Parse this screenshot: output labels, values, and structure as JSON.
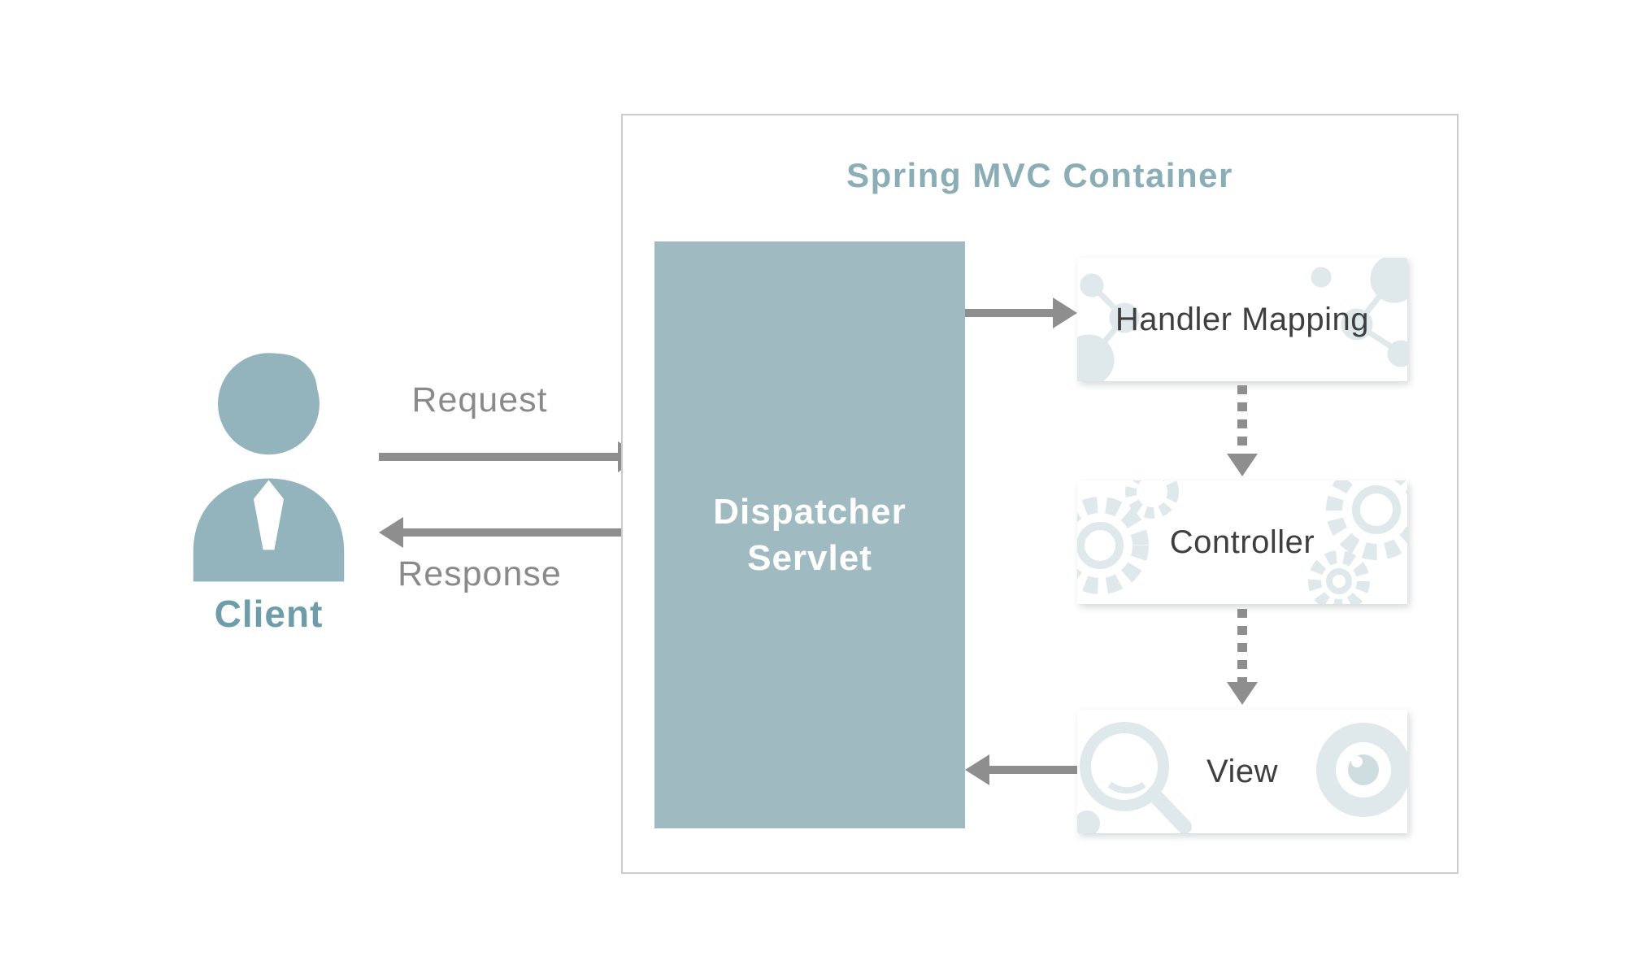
{
  "diagram": {
    "title": "Spring MVC Container",
    "client": {
      "label": "Client"
    },
    "request_label": "Request",
    "response_label": "Response",
    "dispatcher": {
      "lines": [
        "Dispatcher",
        "Servlet"
      ]
    },
    "boxes": [
      {
        "id": "handler-mapping",
        "label": "Handler Mapping",
        "icon": "molecule-pattern"
      },
      {
        "id": "controller",
        "label": "Controller",
        "icon": "gears-pattern"
      },
      {
        "id": "view",
        "label": "View",
        "icon": "lens-eye-pattern"
      }
    ],
    "arrows": [
      {
        "from": "client",
        "to": "dispatcher-servlet",
        "style": "solid",
        "label": "Request"
      },
      {
        "from": "dispatcher-servlet",
        "to": "client",
        "style": "solid",
        "label": "Response"
      },
      {
        "from": "dispatcher-servlet",
        "to": "handler-mapping",
        "style": "solid",
        "label": ""
      },
      {
        "from": "handler-mapping",
        "to": "controller",
        "style": "dotted",
        "label": ""
      },
      {
        "from": "controller",
        "to": "view",
        "style": "dotted",
        "label": ""
      },
      {
        "from": "view",
        "to": "dispatcher-servlet",
        "style": "solid",
        "label": ""
      }
    ]
  },
  "colors": {
    "accent-teal": "#8badb6",
    "client-teal": "#6d9da9",
    "icon-teal": "#93b4bc",
    "dispatcher-fill": "#9fbac0",
    "arrow-gray": "#8e8e8e",
    "label-gray": "#8a8a8a",
    "text-dark": "#3f3f3f",
    "border-gray": "#c9cdce",
    "pattern-gray": "#dfe8eb"
  }
}
